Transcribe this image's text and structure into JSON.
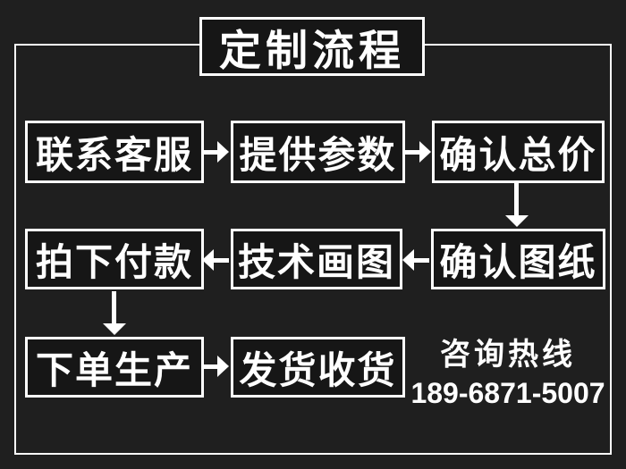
{
  "title": "定制流程",
  "flow": {
    "row1": [
      "联系客服",
      "提供参数",
      "确认总价"
    ],
    "row2": [
      "拍下付款",
      "技术画图",
      "确认图纸"
    ],
    "row3": [
      "下单生产",
      "发货收货"
    ]
  },
  "hotline": {
    "label": "咨询热线",
    "number": "189-6871-5007"
  },
  "colors": {
    "background": "#1f1f1f",
    "box_fill": "#161616",
    "border": "#ffffff",
    "text": "#ffffff"
  }
}
